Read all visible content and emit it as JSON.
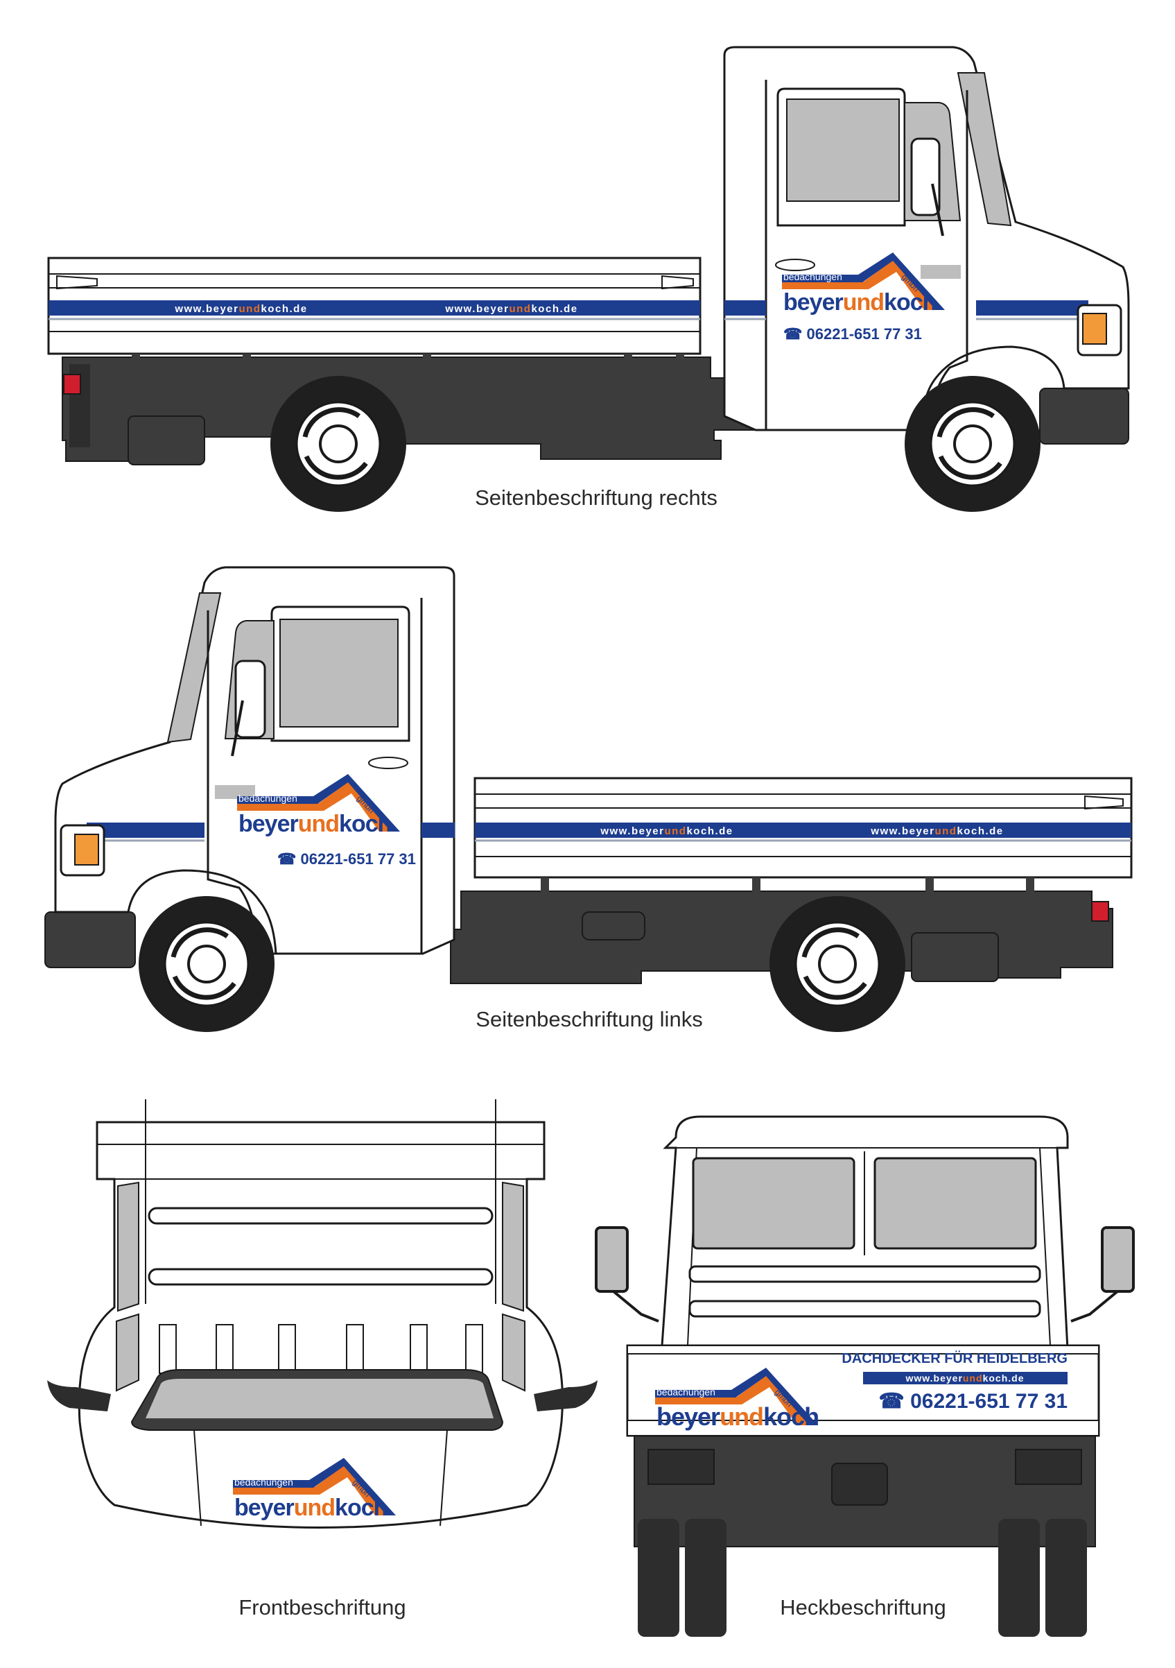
{
  "captions": {
    "side_right": "Seitenbeschriftung rechts",
    "side_left": "Seitenbeschriftung links",
    "front": "Frontbeschriftung",
    "rear": "Heckbeschriftung"
  },
  "branding": {
    "company_top": "bedachungen",
    "company_suffix": "gmbh",
    "name_part1": "beyer",
    "name_part2": "und",
    "name_part3": "koch",
    "phone": "06221-651 77 31",
    "phone_rear": "06221-651 77 31",
    "url_pre": "www.beyer",
    "url_mid": "und",
    "url_post": "koch.de",
    "rear_slogan": "DACHDECKER FÜR HEIDELBERG",
    "phone_icon": "☎"
  },
  "colors": {
    "brand_blue": "#1d3d8f",
    "brand_orange": "#e8701f",
    "glass_gray": "#bdbdbd",
    "chassis_dark": "#3c3c3c",
    "outline": "#1a1a1a",
    "light_orange": "#f29a3a",
    "tail_red": "#d11e2c"
  },
  "icons": [
    "phone-icon",
    "wheel-icon",
    "mirror-icon",
    "headlight-icon",
    "tail-light-icon"
  ]
}
